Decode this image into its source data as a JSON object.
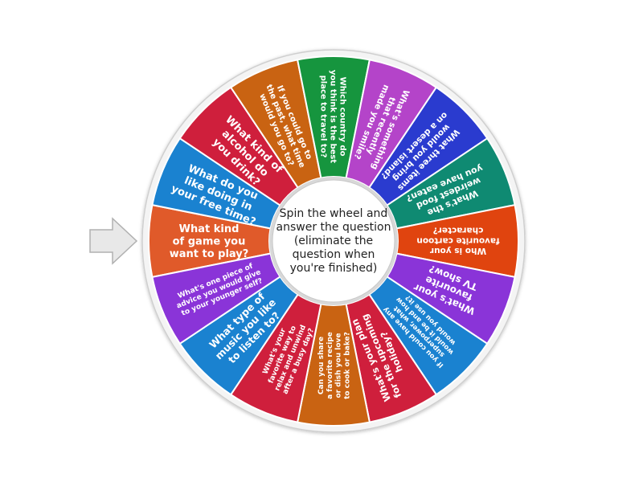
{
  "wheel": {
    "center_text": "Spin the wheel and answer the question (eliminate the question when you're finished)",
    "pointer_icon": "arrow-right-icon",
    "segments": [
      {
        "label": "What kind of game you want to play?",
        "color": "#e05a2a",
        "lines": [
          "What kind",
          "of game you",
          "want to play?"
        ],
        "size": 13
      },
      {
        "label": "What do you like doing in your free time?",
        "color": "#1a82d0",
        "lines": [
          "What do you",
          "like doing in",
          "your free time?"
        ],
        "size": 13
      },
      {
        "label": "What kind of alcohol do you drink?",
        "color": "#cf1f3c",
        "lines": [
          "What kind of",
          "alcohol do",
          "you drink?"
        ],
        "size": 13
      },
      {
        "label": "If you could go to the past, what time would you go to?",
        "color": "#c96312",
        "lines": [
          "If you could go to",
          "the past, what time",
          "would you go to?"
        ],
        "size": 10
      },
      {
        "label": "Which country do you think is the best place to travel to?",
        "color": "#16953e",
        "lines": [
          "Which country do",
          "you think is the best",
          "place to travel to?"
        ],
        "size": 10
      },
      {
        "label": "What's something that recently made you smile?",
        "color": "#b444c9",
        "lines": [
          "What's something",
          "that recently",
          "made you smile?"
        ],
        "size": 10.5
      },
      {
        "label": "What three items would you bring on a desert island?",
        "color": "#2a3bcf",
        "lines": [
          "What three items",
          "would you bring",
          "on a desert island?"
        ],
        "size": 10.5
      },
      {
        "label": "What's the weirdest food you have eaten?",
        "color": "#0f8a72",
        "lines": [
          "What's the",
          "weirdest food",
          "you have eaten?"
        ],
        "size": 11
      },
      {
        "label": "Who is your favourite cartoon character?",
        "color": "#e0440f",
        "lines": [
          "Who is your",
          "favourite cartoon",
          "character?"
        ],
        "size": 10.5
      },
      {
        "label": "What's your favourite TV show?",
        "color": "#8a34d8",
        "lines": [
          "What's your",
          "favourite",
          "TV show?"
        ],
        "size": 12
      },
      {
        "label": "If you could have any superpower, what would it be and how would you use it?",
        "color": "#1a82d0",
        "lines": [
          "If you could have any",
          "superpower, what",
          "would it be and how",
          "would you use it?"
        ],
        "size": 8.5
      },
      {
        "label": "What's your plan for the upcoming holiday?",
        "color": "#cf1f3c",
        "lines": [
          "What's your plan",
          "for the upcoming",
          "holiday?"
        ],
        "size": 11.5
      },
      {
        "label": "Can you share a favorite recipe or dish you love to cook or bake?",
        "color": "#c96312",
        "lines": [
          "Can you share",
          "a favorite recipe",
          "or dish you love",
          "to cook or bake?"
        ],
        "size": 9
      },
      {
        "label": "What's your favorite way to relax and unwind after a busy day?",
        "color": "#cf1f3c",
        "lines": [
          "What's your",
          "favorite way to",
          "relax and unwind",
          "after a busy day?"
        ],
        "size": 9
      },
      {
        "label": "What type of music you like to listen to?",
        "color": "#1a82d0",
        "lines": [
          "What type of",
          "music you like",
          "to listen to?"
        ],
        "size": 12.5
      },
      {
        "label": "What's one piece of advice you would give to your younger self?",
        "color": "#8a34d8",
        "lines": [
          "What's one piece of",
          "advice you would give",
          "to your younger self?"
        ],
        "size": 9
      }
    ]
  }
}
